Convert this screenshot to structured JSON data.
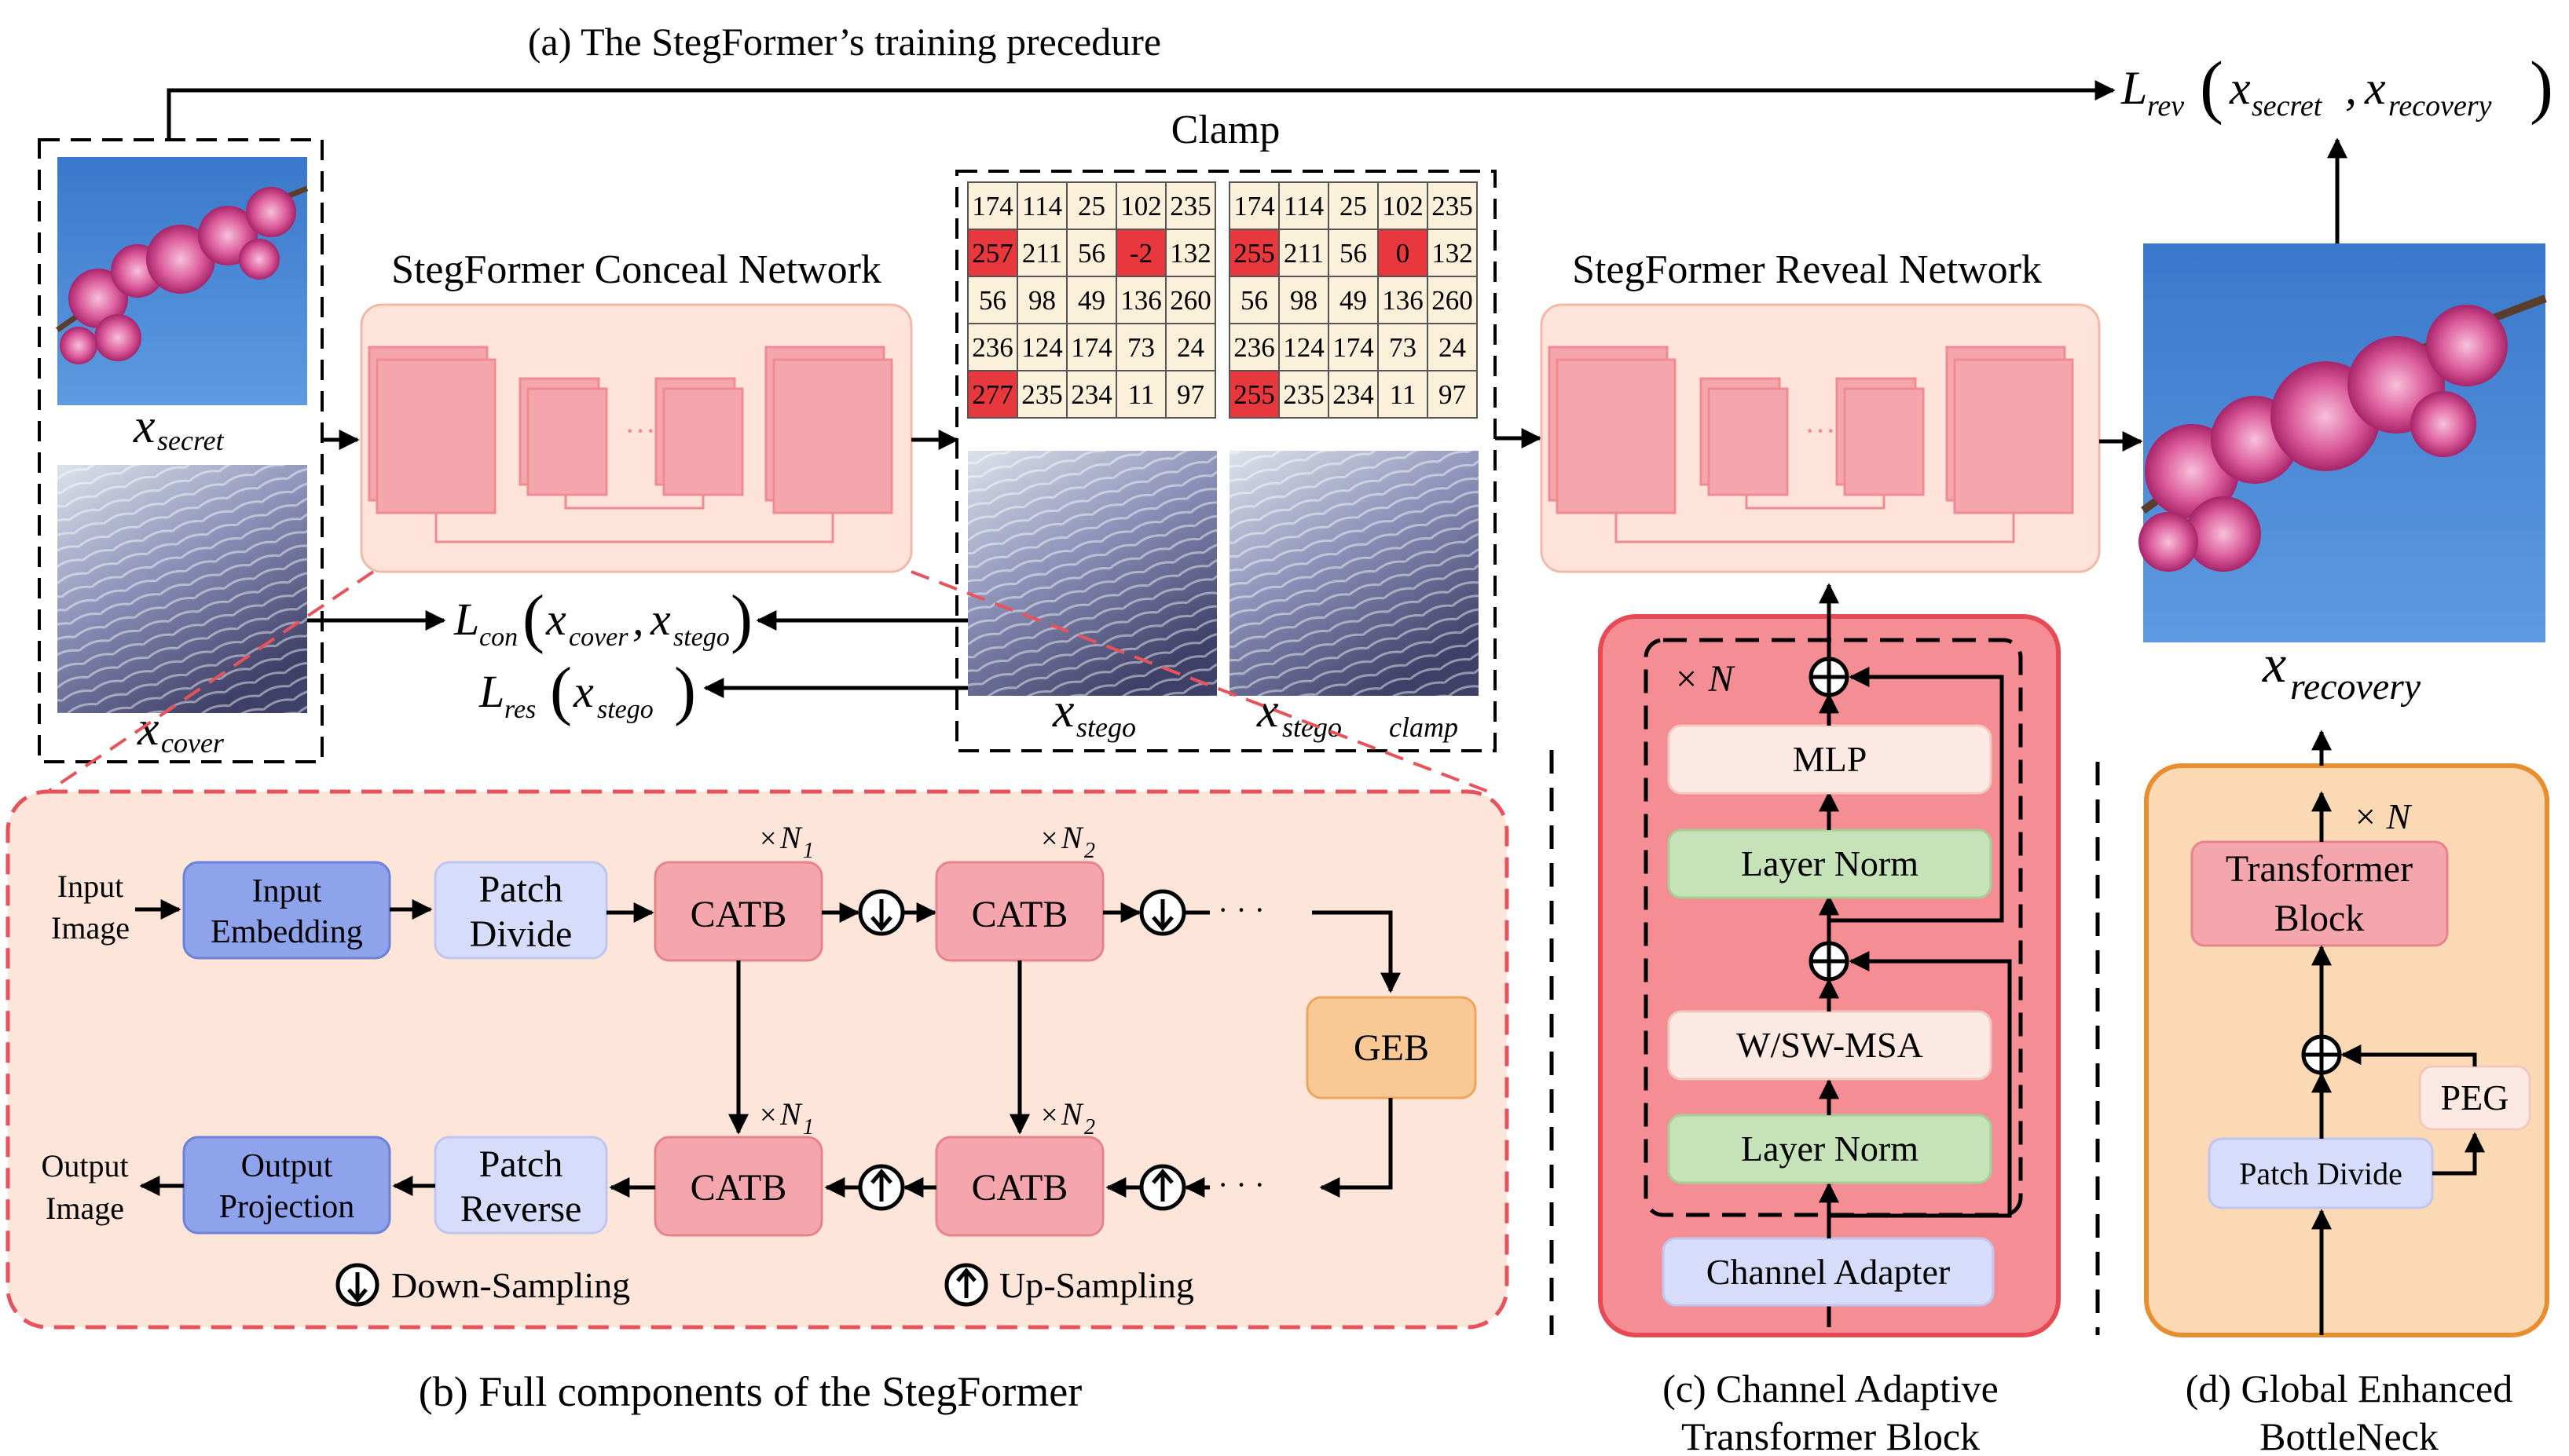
{
  "captions": {
    "a": "(a) The StegFormer’s training precedure",
    "b": "(b) Full components of the StegFormer",
    "c_line1": "(c) Channel Adaptive",
    "c_line2": "Transformer Block",
    "d_line1": "(d) Global Enhanced",
    "d_line2": "BottleNeck"
  },
  "top": {
    "clamp": "Clamp",
    "conceal_network": "StegFormer Conceal Network",
    "reveal_network": "StegFormer Reveal Network",
    "ellipsis": "···"
  },
  "math": {
    "x": "x",
    "secret": "secret",
    "cover": "cover",
    "stego": "stego",
    "stego_clamp_sub": "stego",
    "clamp_word": "clamp",
    "recovery": "recovery",
    "L": "L",
    "rev": "rev",
    "con": "con",
    "res": "res",
    "comma": ","
  },
  "clamp_grid": {
    "before": [
      [
        "174",
        "114",
        "25",
        "102",
        "235"
      ],
      [
        "257",
        "211",
        "56",
        "-2",
        "132"
      ],
      [
        "56",
        "98",
        "49",
        "136",
        "260"
      ],
      [
        "236",
        "124",
        "174",
        "73",
        "24"
      ],
      [
        "277",
        "235",
        "234",
        "11",
        "97"
      ]
    ],
    "after": [
      [
        "174",
        "114",
        "25",
        "102",
        "235"
      ],
      [
        "255",
        "211",
        "56",
        "0",
        "132"
      ],
      [
        "56",
        "98",
        "49",
        "136",
        "260"
      ],
      [
        "236",
        "124",
        "174",
        "73",
        "24"
      ],
      [
        "255",
        "235",
        "234",
        "11",
        "97"
      ]
    ]
  },
  "components": {
    "input_image_1": "Input",
    "input_image_2": "Image",
    "input_embedding_1": "Input",
    "input_embedding_2": "Embedding",
    "patch_divide_1": "Patch",
    "patch_divide_2": "Divide",
    "catb": "CATB",
    "geb": "GEB",
    "patch_reverse_1": "Patch",
    "patch_reverse_2": "Reverse",
    "output_projection_1": "Output",
    "output_projection_2": "Projection",
    "output_image_1": "Output",
    "output_image_2": "Image",
    "times": "×",
    "N": "N",
    "sub1": "1",
    "sub2": "2",
    "dots": "· · ·",
    "down_sampling": "Down-Sampling",
    "up_sampling": "Up-Sampling"
  },
  "catb_block": {
    "repeat": "× N",
    "mlp": "MLP",
    "layer_norm_top": "Layer Norm",
    "wsmsa": "W/SW-MSA",
    "layer_norm_bottom": "Layer Norm",
    "channel_adapter": "Channel Adapter"
  },
  "geb_block": {
    "repeat": "× N",
    "transformer_1": "Transformer",
    "transformer_2": "Block",
    "peg": "PEG",
    "patch_divide": "Patch Divide"
  },
  "colors": {
    "catb_fill": "#f4a6ac",
    "conceal_fill": "#fde3d9",
    "components_fill": "#fde5da",
    "components_border": "#e8535b",
    "catb_panel_fill": "#f48d94",
    "catb_panel_border": "#e84a55",
    "geb_panel_fill": "#fbd9b5",
    "geb_panel_border": "#e88e2e",
    "embedding_fill": "#8fa2ec",
    "patch_fill": "#d7dcfa",
    "layernorm_fill": "#c5e2b8",
    "mlp_fill": "#fde9e3",
    "geb_fill": "#f8c995",
    "red_cell": "#e8383d",
    "cream_cell": "#fbf0d9",
    "sky": "#3f80d2"
  },
  "icons": {
    "down": "down-sampling-icon",
    "up": "up-sampling-icon",
    "plus": "add-circle-icon"
  }
}
